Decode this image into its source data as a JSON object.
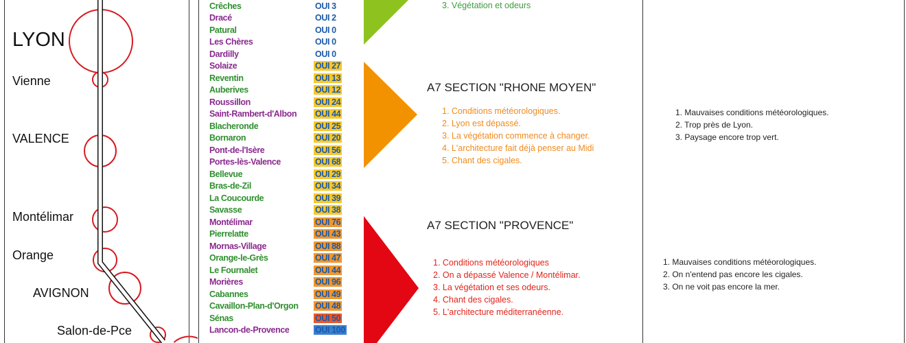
{
  "map": {
    "cities": [
      "LYON",
      "Vienne",
      "VALENCE",
      "Montélimar",
      "Orange",
      "AVIGNON",
      "Salon-de-Pce"
    ]
  },
  "towns": [
    {
      "name": "Crêches",
      "color": "green",
      "value": "OUI 3",
      "level": "none"
    },
    {
      "name": "Dracé",
      "color": "purple",
      "value": "OUI 2",
      "level": "none"
    },
    {
      "name": "Patural",
      "color": "green",
      "value": "OUI 0",
      "level": "none"
    },
    {
      "name": "Les Chères",
      "color": "purple",
      "value": "OUI 0",
      "level": "none"
    },
    {
      "name": "Dardilly",
      "color": "purple",
      "value": "OUI 0",
      "level": "none"
    },
    {
      "name": "Solaize",
      "color": "purple",
      "value": "OUI 27",
      "level": "yellow"
    },
    {
      "name": "Reventin",
      "color": "green",
      "value": "OUI 13",
      "level": "yellow"
    },
    {
      "name": "Auberives",
      "color": "green",
      "value": "OUI 12",
      "level": "yellow"
    },
    {
      "name": "Roussillon",
      "color": "purple",
      "value": "OUI 24",
      "level": "yellow"
    },
    {
      "name": "Saint-Rambert-d'Albon",
      "color": "purple",
      "value": "OUI 44",
      "level": "yellow"
    },
    {
      "name": "Blacheronde",
      "color": "green",
      "value": "OUI 25",
      "level": "yellow"
    },
    {
      "name": "Bornaron",
      "color": "green",
      "value": "OUI 20",
      "level": "yellow"
    },
    {
      "name": "Pont-de-l'Isère",
      "color": "purple",
      "value": "OUI 56",
      "level": "yellow"
    },
    {
      "name": "Portes-lès-Valence",
      "color": "purple",
      "value": "OUI 68",
      "level": "yellow"
    },
    {
      "name": "Bellevue",
      "color": "green",
      "value": "OUI 29",
      "level": "yellow"
    },
    {
      "name": "Bras-de-Zil",
      "color": "green",
      "value": "OUI 34",
      "level": "yellow"
    },
    {
      "name": "La Coucourde",
      "color": "green",
      "value": "OUI 39",
      "level": "yellow"
    },
    {
      "name": "Savasse",
      "color": "green",
      "value": "OUI 38",
      "level": "yellow"
    },
    {
      "name": "Montélimar",
      "color": "purple",
      "value": "OUI 76",
      "level": "orange"
    },
    {
      "name": "Pierrelatte",
      "color": "green",
      "value": "OUI 43",
      "level": "orange"
    },
    {
      "name": "Mornas-Village",
      "color": "purple",
      "value": "OUI 88",
      "level": "orange"
    },
    {
      "name": "Orange-le-Grès",
      "color": "green",
      "value": "OUI 47",
      "level": "orange"
    },
    {
      "name": "Le Fournalet",
      "color": "green",
      "value": "OUI 44",
      "level": "orange"
    },
    {
      "name": "Morières",
      "color": "purple",
      "value": "OUI 96",
      "level": "orange"
    },
    {
      "name": "Cabannes",
      "color": "green",
      "value": "OUI 49",
      "level": "orange"
    },
    {
      "name": "Cavaillon-Plan-d'Orgon",
      "color": "green",
      "value": "OUI 48",
      "level": "orange"
    },
    {
      "name": "Sénas",
      "color": "green",
      "value": "OUI 50",
      "level": "red"
    },
    {
      "name": "Lancon-de-Provence",
      "color": "purple",
      "value": "OUI 100",
      "level": "blue"
    }
  ],
  "sections": {
    "top": {
      "color": "#8dc21f",
      "text_color": "#3d9a3d",
      "items": [
        "3. Végétation et odeurs"
      ]
    },
    "rhone_moyen": {
      "title": "A7 SECTION \"RHONE MOYEN\"",
      "color": "#f39200",
      "text_color": "#f08a1c",
      "items": [
        "1.  Conditions météorologiques.",
        "2. Lyon est dépassé.",
        "3. La végétation commence à changer.",
        "4. L'architecture fait déjà penser au Midi",
        "5. Chant des cigales."
      ],
      "negatives": [
        "1. Mauvaises conditions météorologiques.",
        "2. Trop près de Lyon.",
        "3. Paysage encore trop vert."
      ]
    },
    "provence": {
      "title": "A7 SECTION \"PROVENCE\"",
      "color": "#e30613",
      "text_color": "#e2231a",
      "items": [
        "1. Conditions météorologiques",
        "2. On a dépassé Valence / Montélimar.",
        "3. La végétation et ses odeurs.",
        "4. Chant des cigales.",
        "5. L'architecture méditerranéenne."
      ],
      "negatives": [
        "1. Mauvaises conditions météorologiques.",
        "2. On n'entend pas encore les cigales.",
        "3. On ne voit pas encore la mer."
      ]
    }
  }
}
